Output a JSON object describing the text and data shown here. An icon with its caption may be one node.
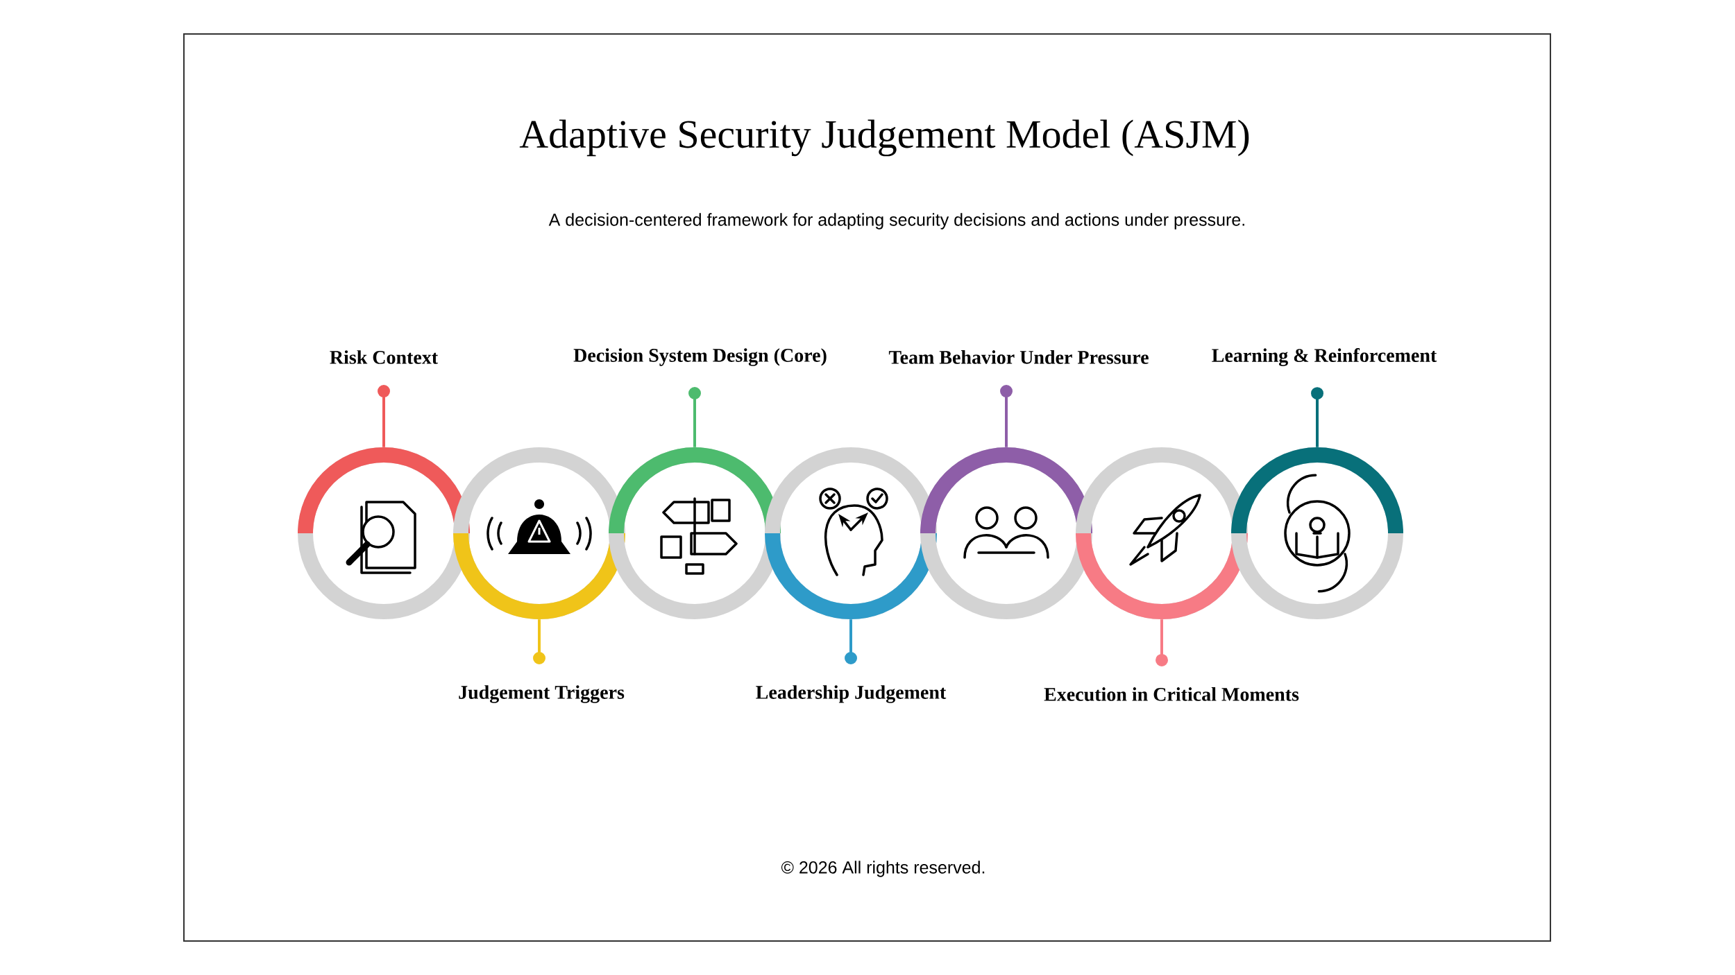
{
  "diagram": {
    "title": "Adaptive Security Judgement Model (ASJM)",
    "caption": "A decision-centered framework for adapting security decisions and actions under pressure.",
    "nodes": [
      {
        "text": [
          "Risk Context"
        ]
      },
      {
        "text": [
          "Judgement Triggers"
        ]
      },
      {
        "text": [
          "Decision System Design (Core)"
        ]
      },
      {
        "text": [
          "Leadership Judgement"
        ]
      },
      {
        "text": [
          "Team Behavior Under Pressure"
        ]
      },
      {
        "text": [
          "Execution in Critical Moments"
        ]
      },
      {
        "text": [
          "Learning & Reinforcement"
        ]
      },
      {
        "text": [],
        "shape": "circle"
      },
      {
        "text": [],
        "shape": "circle"
      },
      {
        "text": [],
        "shape": "circle"
      },
      {
        "text": [],
        "shape": "circle"
      },
      {
        "text": [],
        "shape": "circle"
      },
      {
        "text": [],
        "shape": "circle"
      },
      {
        "text": [],
        "shape": "circle"
      }
    ],
    "edges": [
      {
        "from": 0,
        "to": 7,
        "arrow": "other",
        "color": "#ef5a5a"
      },
      {
        "from": 1,
        "to": 8,
        "arrow": "other",
        "color": "#f0c419"
      },
      {
        "from": 2,
        "to": 9,
        "arrow": "other",
        "color": "#4dbb6e"
      },
      {
        "from": 3,
        "to": 10,
        "arrow": "other",
        "color": "#2e9bc9"
      },
      {
        "from": 4,
        "to": 11,
        "arrow": "other",
        "color": "#8e5ea8"
      },
      {
        "from": 5,
        "to": 12,
        "arrow": "other",
        "color": "#f77b85"
      },
      {
        "from": 6,
        "to": 13,
        "arrow": "other",
        "color": "#08707a"
      }
    ],
    "labels": [
      "© 2026 All rights reserved."
    ]
  }
}
